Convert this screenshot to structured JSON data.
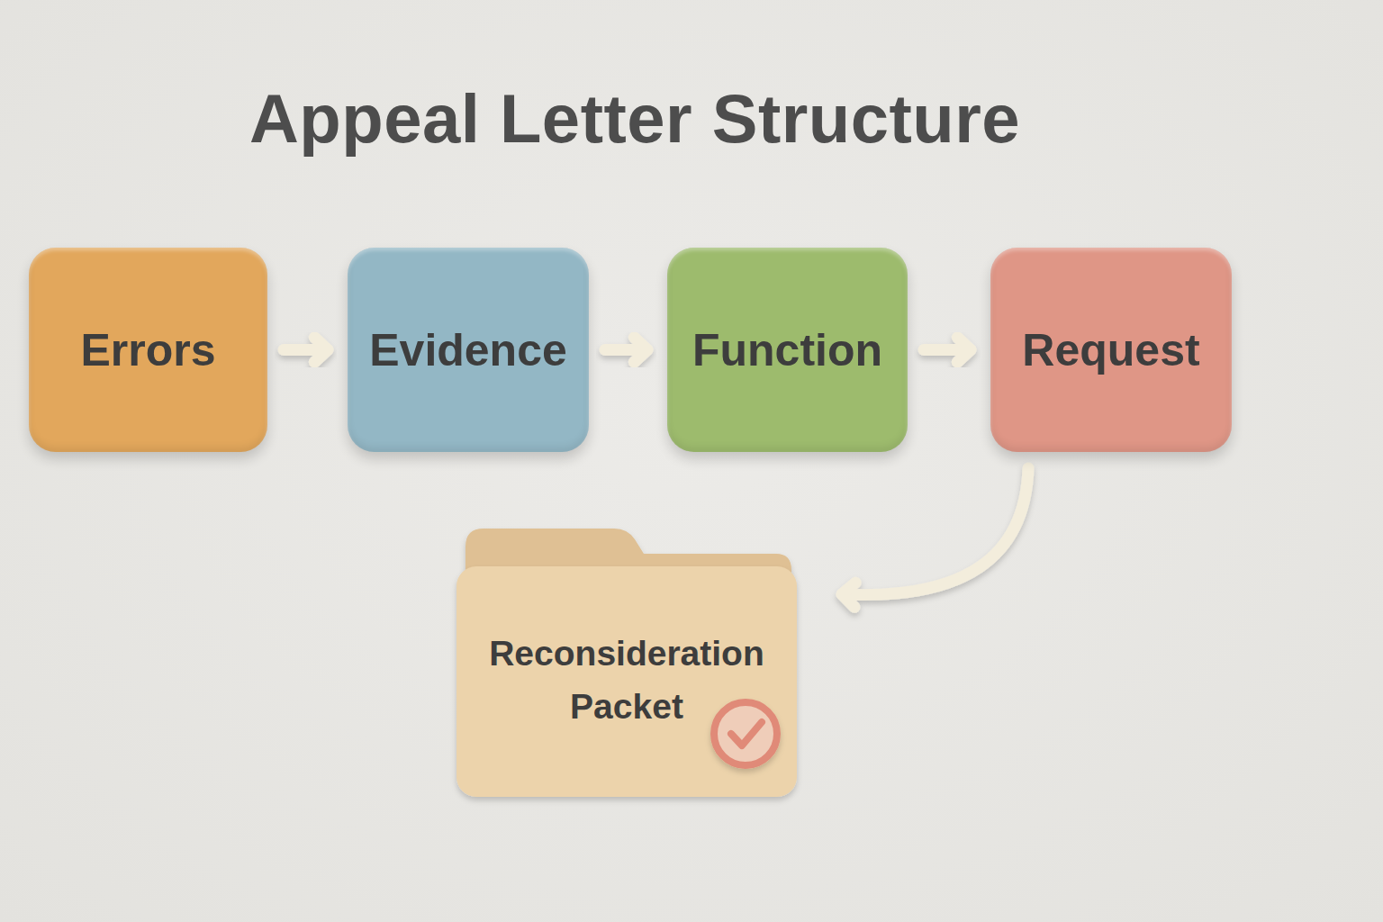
{
  "diagram": {
    "title": "Appeal Letter Structure",
    "nodes": [
      {
        "text": [
          "Errors"
        ]
      },
      {
        "text": [
          "Evidence"
        ]
      },
      {
        "text": [
          "Function"
        ]
      },
      {
        "text": [
          "Request"
        ]
      },
      {
        "text": [
          "Reconsideration Packet"
        ]
      }
    ],
    "edges": [
      {
        "from": 0,
        "to": 1,
        "arrow": "to"
      },
      {
        "from": 1,
        "to": 2,
        "arrow": "to"
      },
      {
        "from": 2,
        "to": 3,
        "arrow": "to"
      },
      {
        "from": 3,
        "to": 4,
        "arrow": "to"
      }
    ]
  }
}
